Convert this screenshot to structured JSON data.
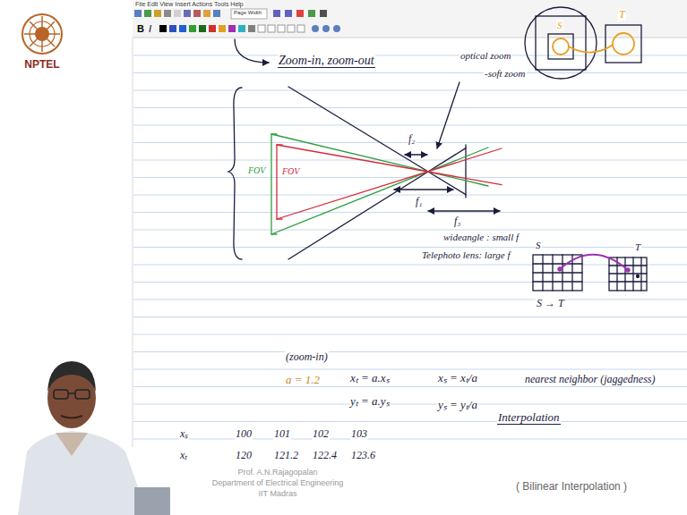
{
  "diagram": {
    "caption": "( Bilinear Interpolation )",
    "labels": [
      "File Edit View Insert Actions Tools Help",
      "Page Width",
      "B",
      "I",
      "NPTEL",
      "Zoom-in, zoom-out",
      "optical zoom",
      "-soft zoom",
      "S",
      "T",
      "FOV",
      "FOV",
      "f₂",
      "f₁",
      "f₃",
      "wideangle : small f",
      "Telephoto lens: large f",
      "S",
      "T",
      "S → T",
      "(zoom-in)",
      "a = 1.2",
      "xₜ = a.xₛ",
      "yₜ = a.yₛ",
      "xₛ = xₜ/a",
      "yₛ = yₜ/a",
      "nearest neighbor (jaggedness)",
      "Interpolation",
      "xₛ",
      "100",
      "101",
      "102",
      "103",
      "xₜ",
      "120",
      "121.2",
      "122.4",
      "123.6",
      "Prof. A.N.Rajagopalan",
      "Department of Electrical Engineering",
      "IIT Madras"
    ]
  }
}
